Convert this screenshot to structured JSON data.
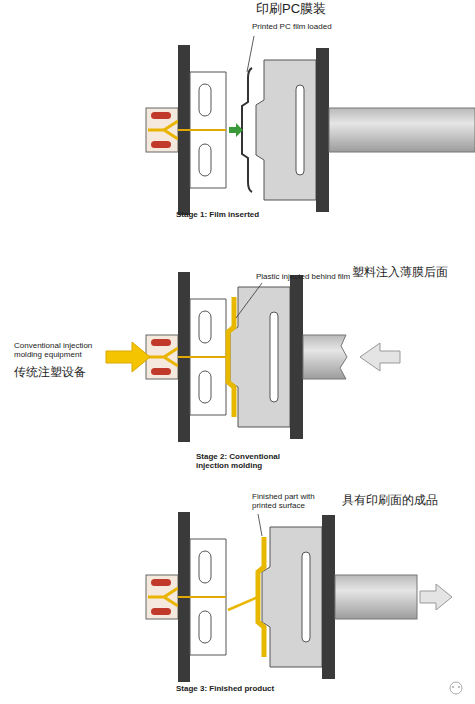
{
  "diagram": {
    "labels": [
      "印刷PC膜装",
      "Printed PC film loaded",
      "Stage 1: Film inserted",
      "Plastic injected behind film",
      "塑料注入薄膜后面",
      "Conventional injection molding equipment",
      "传统注塑设备",
      "Stage 2: Conventional injection molding",
      "Finished part with printed surface",
      "具有印刷面的成品",
      "Stage 3: Finished product"
    ]
  }
}
